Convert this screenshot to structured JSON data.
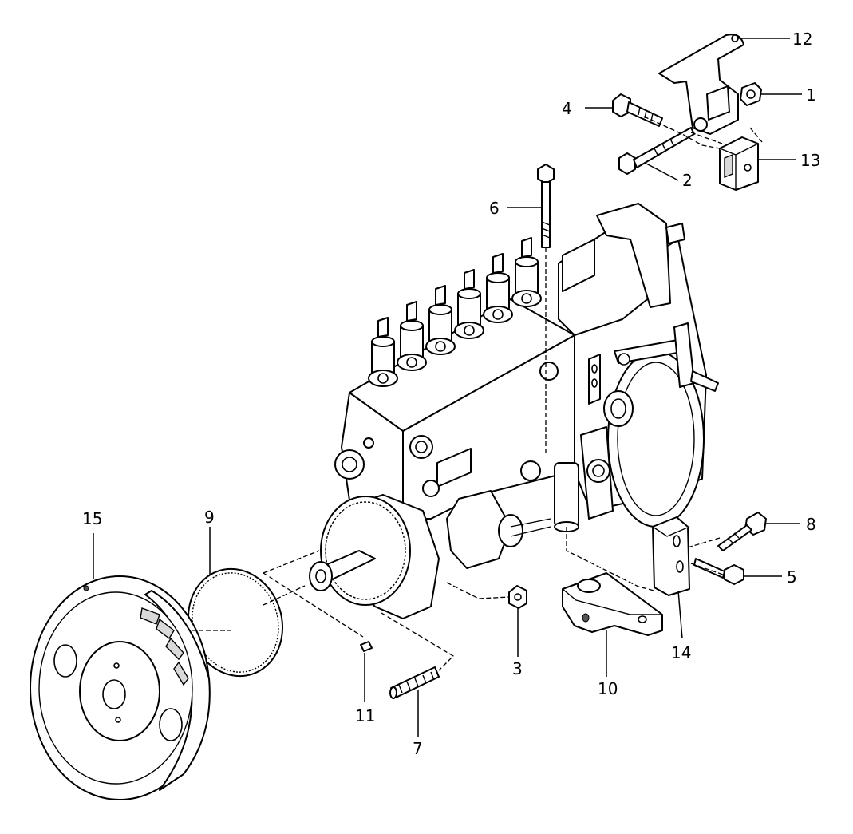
{
  "callouts": [
    {
      "id": "12",
      "label": "12"
    },
    {
      "id": "1",
      "label": "1"
    },
    {
      "id": "4",
      "label": "4"
    },
    {
      "id": "13",
      "label": "13"
    },
    {
      "id": "2",
      "label": "2"
    },
    {
      "id": "6",
      "label": "6"
    },
    {
      "id": "8",
      "label": "8"
    },
    {
      "id": "5",
      "label": "5"
    },
    {
      "id": "14",
      "label": "14"
    },
    {
      "id": "15",
      "label": "15"
    },
    {
      "id": "9",
      "label": "9"
    },
    {
      "id": "3",
      "label": "3"
    },
    {
      "id": "10",
      "label": "10"
    },
    {
      "id": "11",
      "label": "11"
    },
    {
      "id": "7",
      "label": "7"
    }
  ]
}
